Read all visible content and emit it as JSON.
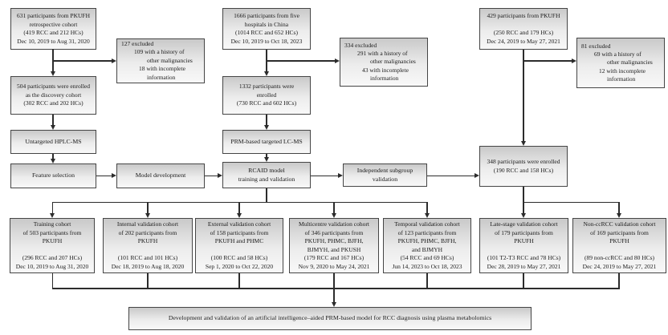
{
  "figure_title": "RCC study participant flow diagram",
  "colors": {
    "box_border": "#454545",
    "box_gradient_top": "#c9c9c9",
    "box_gradient_bottom": "#f8f8f8",
    "line": "#2c2c2c",
    "background": "#ffffff"
  },
  "boxes": {
    "discovery_source": {
      "lines": [
        "631 participants from PKUFH",
        "retrospective cohort",
        "(419 RCC and 212 HCs)",
        "Dec 10, 2019 to Aug 31, 2020"
      ]
    },
    "discovery_excluded": {
      "lines": [
        "127 excluded",
        "109 with a history of",
        "other malignancies",
        "18 with incomplete",
        "information"
      ]
    },
    "discovery_enrolled": {
      "lines": [
        "504 participants were enrolled",
        "as the discovery cohort",
        "(302 RCC and 202 HCs)"
      ]
    },
    "untargeted": {
      "lines": [
        "Untargeted HPLC-MS"
      ]
    },
    "feature_selection": {
      "lines": [
        "Feature selection"
      ]
    },
    "model_development": {
      "lines": [
        "Model development"
      ]
    },
    "five_hospitals_source": {
      "lines": [
        "1666 participants from five",
        "hospitals in China",
        "(1014 RCC and 652 HCs)",
        "Dec 10, 2019 to Oct 18, 2023"
      ]
    },
    "five_hospitals_excluded": {
      "lines": [
        "334 excluded",
        "291 with a history of",
        "other malignancies",
        "43 with incomplete",
        "information"
      ]
    },
    "five_hospitals_enrolled": {
      "lines": [
        "1332 participants were",
        "enrolled",
        "(730 RCC and 602 HCs)"
      ]
    },
    "prm_lcms": {
      "lines": [
        "PRM-based targeted LC-MS"
      ]
    },
    "rcaid_model": {
      "lines": [
        "RCAID model",
        "training and validation"
      ]
    },
    "independent_subgroup": {
      "lines": [
        "Independent subgroup",
        "validation"
      ]
    },
    "pkufh429_source": {
      "lines": [
        "429 participants from PKUFH",
        "",
        "(250 RCC and 179 HCs)",
        "Dec 24, 2019 to May 27, 2021"
      ]
    },
    "pkufh429_excluded": {
      "lines": [
        "81 excluded",
        "69 with a history of",
        "other malignancies",
        "12 with incomplete",
        "information"
      ]
    },
    "enrolled_348": {
      "lines": [
        "348 participants were enrolled",
        "(190 RCC and 158 HCs)"
      ]
    },
    "cohorts": [
      {
        "lines": [
          "Training cohort",
          "of 503 participants from",
          "PKUFH",
          "",
          "(296 RCC and 207 HCs)",
          "Dec 10, 2019 to Aug 31, 2020"
        ]
      },
      {
        "lines": [
          "Internal validation cohort",
          "of 202 participants from",
          "PKUFH",
          "",
          "(101 RCC and 101 HCs)",
          "Dec 18, 2019 to Aug 18, 2020"
        ]
      },
      {
        "lines": [
          "External validation cohort",
          "of 158 participants from",
          "PKUFH and PHMC",
          "",
          "(100 RCC and 58 HCs)",
          "Sep 1, 2020 to Oct 22, 2020"
        ]
      },
      {
        "lines": [
          "Multicentre validation cohort",
          "of 346 participants from",
          "PKUFH, PHMC, BJFH,",
          "BJMYH, and PKUSH",
          "(179 RCC and 167 HCs)",
          "Nov 9, 2020 to May 24, 2021"
        ]
      },
      {
        "lines": [
          "Temporal validation cohort",
          "of 123 participants from",
          "PKUFH, PHMC, BJFH,",
          "and BJMYH",
          "(54 RCC and 69 HCs)",
          "Jun 14, 2023 to Oct 18, 2023"
        ]
      },
      {
        "lines": [
          "Late-stage validation cohort",
          "of 179 participants from",
          "PKUFH",
          "",
          "(101 T2-T3 RCC and 78 HCs)",
          "Dec 28, 2019 to May 27, 2021"
        ]
      },
      {
        "lines": [
          "Non-ccRCC validation cohort",
          "of 169 participants from",
          "PKUFH",
          "",
          "(89 non-ccRCC and 80 HCs)",
          "Dec 24, 2019 to May 27, 2021"
        ]
      }
    ],
    "conclusion": {
      "lines": [
        "Development and validation of an artificial intelligence–aided PRM-based model for RCC diagnosis using plasma metabolomics"
      ]
    }
  }
}
